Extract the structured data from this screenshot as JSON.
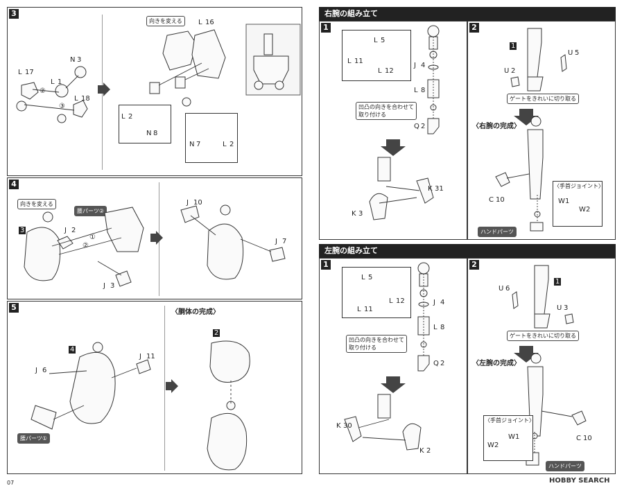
{
  "left_page": {
    "page_number": "07",
    "step3": {
      "number": "3",
      "labels": [
        "N",
        "3",
        "L",
        "17",
        "L",
        "1",
        "L",
        "18",
        "②",
        "③",
        "L",
        "16",
        "L",
        "2",
        "N",
        "8",
        "N",
        "7",
        "L",
        "2"
      ],
      "bubble_rotate": "向きを変える"
    },
    "step4": {
      "number": "4",
      "bubble_rotate": "向きを変える",
      "waist_part2": "腰パーツ②",
      "labels": [
        "3",
        "J",
        "2",
        "①",
        "②",
        "J",
        "3",
        "J",
        "10",
        "J",
        "7"
      ]
    },
    "step5": {
      "number": "5",
      "torso_complete": "〈胴体の完成〉",
      "waist_part1": "腰パーツ①",
      "labels": [
        "4",
        "J",
        "6",
        "J",
        "11",
        "2"
      ]
    }
  },
  "right_page": {
    "right_arm_header": "右腕の組み立て",
    "left_arm_header": "左腕の組み立て",
    "right_arm": {
      "step1": {
        "number": "1",
        "labels": [
          "L",
          "5",
          "L",
          "11",
          "L",
          "12",
          "J",
          "4",
          "L",
          "8",
          "Q",
          "2",
          "K",
          "31",
          "K",
          "3"
        ],
        "align_note": "凹凸の向きを合わせて\n取り付ける"
      },
      "step2": {
        "number": "2",
        "labels": [
          "1",
          "U",
          "5",
          "U",
          "2"
        ],
        "gate_note": "ゲートをきれいに切り取る"
      },
      "complete": "〈右腕の完成〉",
      "wrist_joint": "〈手首ジョイント〉",
      "labels": [
        "C",
        "10",
        "W",
        "1",
        "W",
        "2"
      ],
      "hand_parts": "ハンドパーツ"
    },
    "left_arm": {
      "step1": {
        "number": "1",
        "labels": [
          "L",
          "5",
          "L",
          "11",
          "L",
          "12",
          "J",
          "4",
          "L",
          "8",
          "Q",
          "2",
          "K",
          "30",
          "K",
          "2"
        ],
        "align_note": "凹凸の向きを合わせて\n取り付ける"
      },
      "step2": {
        "number": "2",
        "labels": [
          "1",
          "U",
          "6",
          "U",
          "3"
        ],
        "gate_note": "ゲートをきれいに切り取る"
      },
      "complete": "〈左腕の完成〉",
      "wrist_joint": "〈手首ジョイント〉",
      "labels": [
        "W",
        "1",
        "W",
        "2",
        "C",
        "10"
      ],
      "hand_parts": "ハンドパーツ"
    },
    "watermark": "HOBBY SEARCH"
  }
}
